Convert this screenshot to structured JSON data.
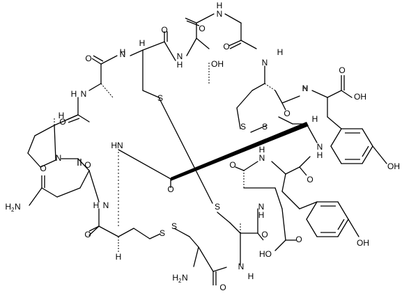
{
  "diagram": {
    "atom_labels": {
      "h_nh_top": "H",
      "n_nh_top": "N",
      "h_cys2": "H",
      "n_nh2": "N",
      "o_thr_oh": "OH",
      "h_nh3": "H",
      "n_nh3": "N",
      "h_nh_tyr": "H",
      "n_nh_tyr": "N",
      "oh_cooh_top": "OH",
      "h_nh_ala": "H",
      "n_nh_ala": "N",
      "s_cys2": "S",
      "h_pro": "H",
      "s_disulfide_a": "S",
      "s_disulfide_b": "S",
      "h_cys_ring": "H",
      "hn_left": "HN",
      "h_nh_right": "H",
      "n_nh_right": "N",
      "n_pro": "N",
      "h_nh_mid": "H",
      "n_nh_mid": "N",
      "oh_tyr_top": "OH",
      "h2n_asn": "H",
      "h2n_asn_sub": "2",
      "h2n_asn_n": "N",
      "h_nh_asn": "H",
      "n_nh_asn": "N",
      "s_center": "S",
      "h_nh_glu": "H",
      "n_nh_glu": "N",
      "oh_tyr_bottom": "OH",
      "s_left_a": "S",
      "s_left_b": "S",
      "h_ring_left": "H",
      "ho_glu": "HO",
      "h2n_bottom": "H",
      "h2n_bottom_sub": "2",
      "h2n_bottom_n": "N",
      "n_bottom": "N",
      "h_bottom": "H"
    },
    "oxygen_label": "O"
  }
}
